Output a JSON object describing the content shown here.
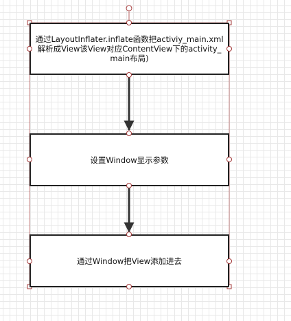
{
  "diagram": {
    "nodes": [
      {
        "id": "step-1",
        "text": "通过LayoutInflater.inflate函数把activiy_main.xml解析成View该View对应ContentView下的activity_main布局)"
      },
      {
        "id": "step-2",
        "text": "设置Window显示参数"
      },
      {
        "id": "step-3",
        "text": "通过Window把View添加进去"
      }
    ],
    "edges": [
      {
        "from": "step-1",
        "to": "step-2"
      },
      {
        "from": "step-2",
        "to": "step-3"
      }
    ],
    "colors": {
      "box_border": "#222222",
      "arrow": "#333333",
      "selection": "#a33838",
      "handle_fill": "#ffffff",
      "grid": "#e8e8e8"
    }
  }
}
